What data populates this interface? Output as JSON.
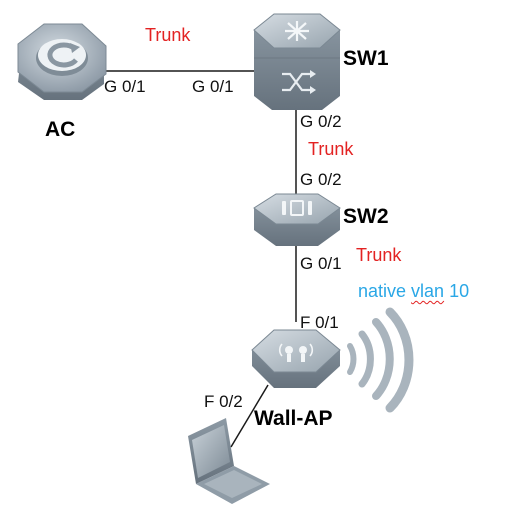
{
  "devices": {
    "ac": {
      "name": "AC",
      "icon": "access-controller-icon"
    },
    "sw1": {
      "name": "SW1",
      "icon": "core-switch-icon"
    },
    "sw2": {
      "name": "SW2",
      "icon": "access-switch-icon"
    },
    "ap": {
      "name": "Wall-AP",
      "icon": "wall-access-point-icon"
    },
    "laptop": {
      "icon": "laptop-icon"
    }
  },
  "links": {
    "ac_sw1": {
      "type": "Trunk",
      "port_ac": "G 0/1",
      "port_sw1": "G 0/1"
    },
    "sw1_sw2": {
      "type": "Trunk",
      "port_sw1": "G 0/2",
      "port_sw2": "G 0/2"
    },
    "sw2_ap": {
      "type": "Trunk",
      "port_sw2": "G 0/1",
      "port_ap": "F 0/1",
      "native_vlan_prefix": "native ",
      "native_vlan_word": "vlan",
      "native_vlan_id": " 10"
    },
    "ap_laptop": {
      "port_ap": "F 0/2"
    }
  },
  "colors": {
    "link_type": "#e32222",
    "vlan_note": "#2aa7e6",
    "device_body": "#9aa7b2"
  }
}
